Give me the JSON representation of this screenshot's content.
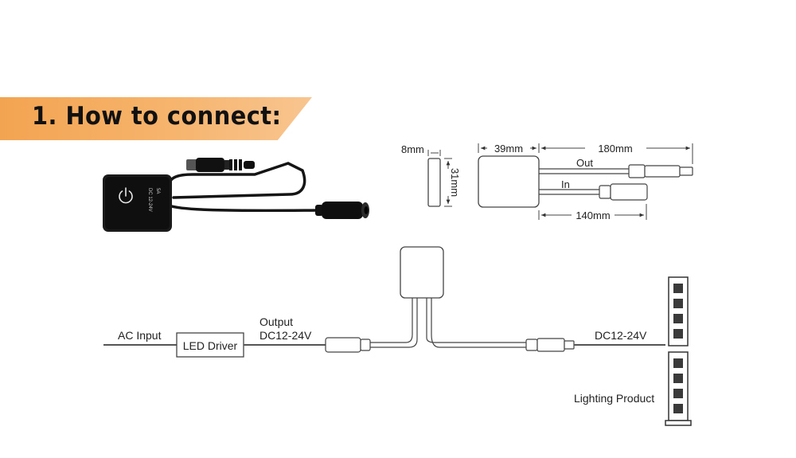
{
  "heading": "1. How to connect:",
  "colors": {
    "banner": "#f3a451",
    "device": "#1a1a1a",
    "line": "#555555"
  },
  "icons": {
    "product_power": "power-icon"
  },
  "product": {
    "side_text_1": "DC 12-24V",
    "side_text_2": "5A"
  },
  "dimensions": {
    "depth": "8mm",
    "height": "31mm",
    "width": "39mm",
    "cable_out": "180mm",
    "cable_in": "140mm",
    "out_label": "Out",
    "in_label": "In"
  },
  "wiring": {
    "ac_input": "AC Input",
    "driver": "LED Driver",
    "output_line1": "Output",
    "output_line2": "DC12-24V",
    "dc_label": "DC12-24V",
    "lighting": "Lighting Product"
  }
}
